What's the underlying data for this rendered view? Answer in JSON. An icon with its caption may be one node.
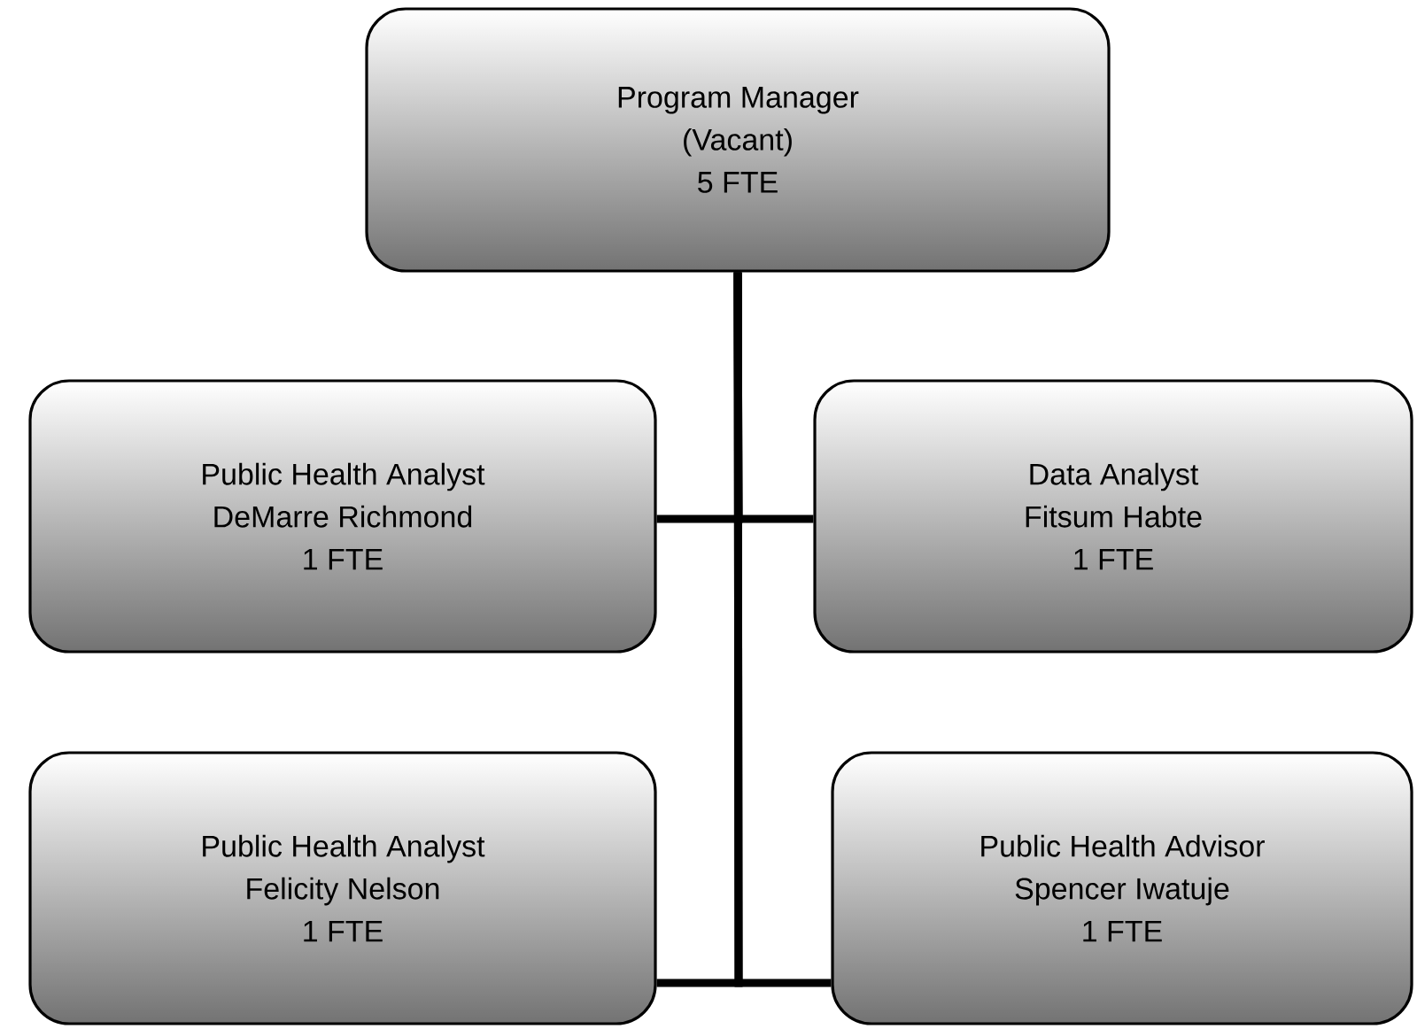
{
  "diagram": {
    "nodes": [
      {
        "text": [
          "Program Manager",
          "(Vacant)",
          "5 FTE"
        ]
      },
      {
        "text": [
          "Public Health Analyst",
          "DeMarre Richmond",
          "1 FTE"
        ]
      },
      {
        "text": [
          "Data Analyst",
          "Fitsum Habte",
          "1 FTE"
        ]
      },
      {
        "text": [
          "Public Health Analyst",
          "Felicity Nelson",
          "1 FTE"
        ]
      },
      {
        "text": [
          "Public Health Advisor",
          "Spencer Iwatuje",
          "1 FTE"
        ]
      }
    ],
    "edges": [
      {
        "from": 0,
        "to": 1,
        "arrow": "none"
      },
      {
        "from": 0,
        "to": 2,
        "arrow": "none"
      },
      {
        "from": 0,
        "to": 3,
        "arrow": "none"
      },
      {
        "from": 0,
        "to": 4,
        "arrow": "none"
      }
    ]
  }
}
